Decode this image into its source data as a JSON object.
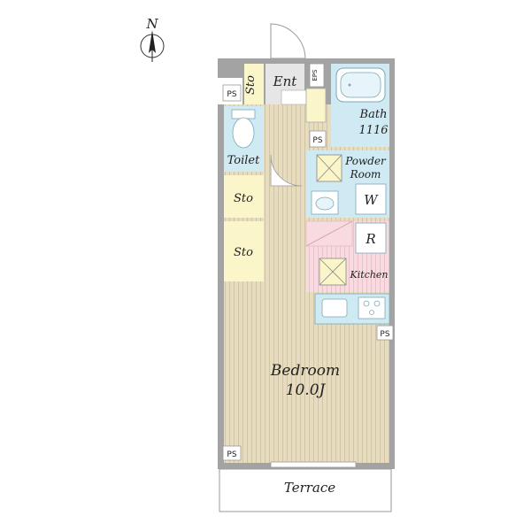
{
  "compass": {
    "label": "N"
  },
  "rooms": {
    "entrance": "Ent",
    "storage_top": "Sto",
    "eps": "EPS",
    "ps_top_left": "PS",
    "bath_name": "Bath",
    "bath_size": "1116",
    "ps_bath": "PS",
    "toilet": "Toilet",
    "powder_1": "Powder",
    "powder_2": "Room",
    "washer": "W",
    "storage_mid": "Sto",
    "storage_low": "Sto",
    "fridge": "R",
    "kitchen": "Kitchen",
    "ps_kitchen": "PS",
    "bedroom_name": "Bedroom",
    "bedroom_size": "10.0J",
    "ps_bottom_left": "PS",
    "terrace": "Terrace"
  },
  "colors": {
    "wall": "#a3a3a3",
    "floor_wood": "#e7dcc0",
    "floor_line": "#cdbf9c",
    "wet_area": "#cfeaf3",
    "storage": "#fbf6c9",
    "kitchen_floor": "#f7dbe0",
    "entrance_floor": "#e6e6e6"
  }
}
